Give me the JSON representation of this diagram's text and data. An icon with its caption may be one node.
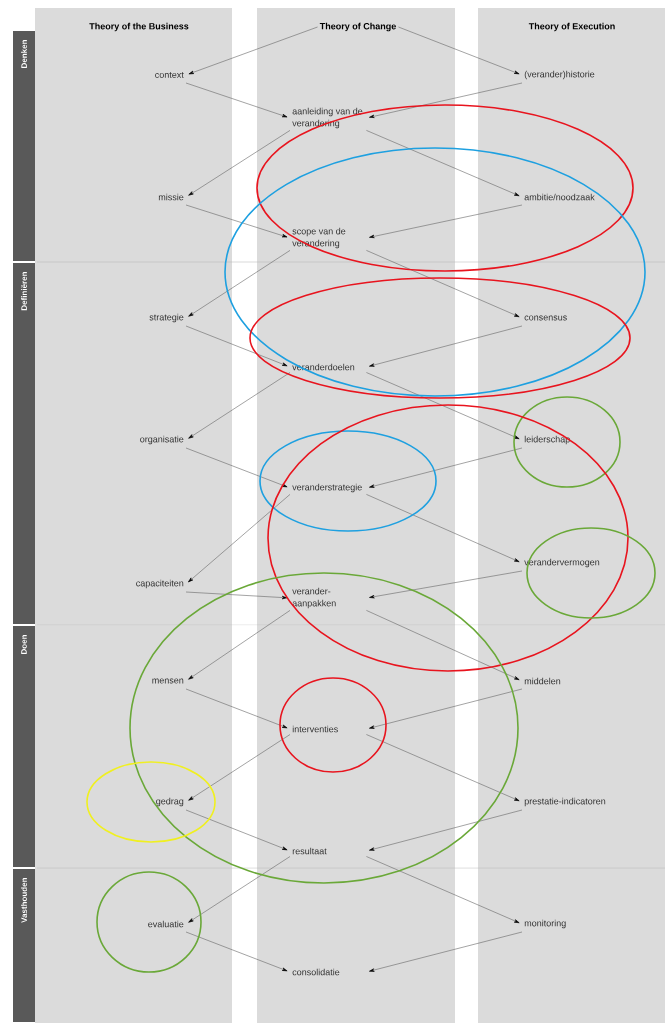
{
  "diagram": {
    "nodes": [
      {
        "text": [
          "Theory of Change"
        ]
      },
      {
        "text": [
          "context"
        ]
      },
      {
        "text": [
          "(verander)historie"
        ]
      },
      {
        "text": [
          "aanleiding van de verandering"
        ]
      },
      {
        "text": [
          "missie"
        ]
      },
      {
        "text": [
          "ambitie/noodzaak"
        ]
      },
      {
        "text": [
          "scope van de verandering"
        ]
      },
      {
        "text": [
          "strategie"
        ]
      },
      {
        "text": [
          "consensus"
        ]
      },
      {
        "text": [
          "veranderdoelen"
        ]
      },
      {
        "text": [
          "organisatie"
        ]
      },
      {
        "text": [
          "leiderschap"
        ]
      },
      {
        "text": [
          "veranderstrategie"
        ]
      },
      {
        "text": [
          "capaciteiten"
        ]
      },
      {
        "text": [
          "verandervermogen"
        ]
      },
      {
        "text": [
          "verander- aanpakken"
        ]
      },
      {
        "text": [
          "mensen"
        ]
      },
      {
        "text": [
          "middelen"
        ]
      },
      {
        "text": [
          "interventies"
        ]
      },
      {
        "text": [
          "gedrag"
        ]
      },
      {
        "text": [
          "prestatie-indicatoren"
        ]
      },
      {
        "text": [
          "resultaat"
        ]
      },
      {
        "text": [
          "evaluatie"
        ]
      },
      {
        "text": [
          "monitoring"
        ]
      },
      {
        "text": [
          "consolidatie"
        ]
      }
    ],
    "edges": [
      {
        "from": 0,
        "to": 1,
        "arrow": "to"
      },
      {
        "from": 0,
        "to": 2,
        "arrow": "to"
      },
      {
        "from": 1,
        "to": 3,
        "arrow": "to"
      },
      {
        "from": 2,
        "to": 3,
        "arrow": "to"
      },
      {
        "from": 3,
        "to": 4,
        "arrow": "to"
      },
      {
        "from": 3,
        "to": 5,
        "arrow": "to"
      },
      {
        "from": 4,
        "to": 6,
        "arrow": "to"
      },
      {
        "from": 5,
        "to": 6,
        "arrow": "to"
      },
      {
        "from": 6,
        "to": 7,
        "arrow": "to"
      },
      {
        "from": 6,
        "to": 8,
        "arrow": "to"
      },
      {
        "from": 7,
        "to": 9,
        "arrow": "to"
      },
      {
        "from": 8,
        "to": 9,
        "arrow": "to"
      },
      {
        "from": 9,
        "to": 10,
        "arrow": "to"
      },
      {
        "from": 9,
        "to": 11,
        "arrow": "to"
      },
      {
        "from": 10,
        "to": 12,
        "arrow": "to"
      },
      {
        "from": 11,
        "to": 12,
        "arrow": "to"
      },
      {
        "from": 12,
        "to": 13,
        "arrow": "to"
      },
      {
        "from": 12,
        "to": 14,
        "arrow": "to"
      },
      {
        "from": 13,
        "to": 15,
        "arrow": "to"
      },
      {
        "from": 14,
        "to": 15,
        "arrow": "to"
      },
      {
        "from": 15,
        "to": 16,
        "arrow": "to"
      },
      {
        "from": 15,
        "to": 17,
        "arrow": "to"
      },
      {
        "from": 16,
        "to": 18,
        "arrow": "to"
      },
      {
        "from": 17,
        "to": 18,
        "arrow": "to"
      },
      {
        "from": 18,
        "to": 19,
        "arrow": "to"
      },
      {
        "from": 18,
        "to": 20,
        "arrow": "to"
      },
      {
        "from": 19,
        "to": 21,
        "arrow": "to"
      },
      {
        "from": 20,
        "to": 21,
        "arrow": "to"
      },
      {
        "from": 21,
        "to": 22,
        "arrow": "to"
      },
      {
        "from": 21,
        "to": 23,
        "arrow": "to"
      },
      {
        "from": 22,
        "to": 24,
        "arrow": "to"
      },
      {
        "from": 23,
        "to": 24,
        "arrow": "to"
      }
    ],
    "labels": [
      "Theory of the Business",
      "Theory of Execution",
      "Denken",
      "Definiëren",
      "Doen",
      "Vasthouden"
    ]
  }
}
